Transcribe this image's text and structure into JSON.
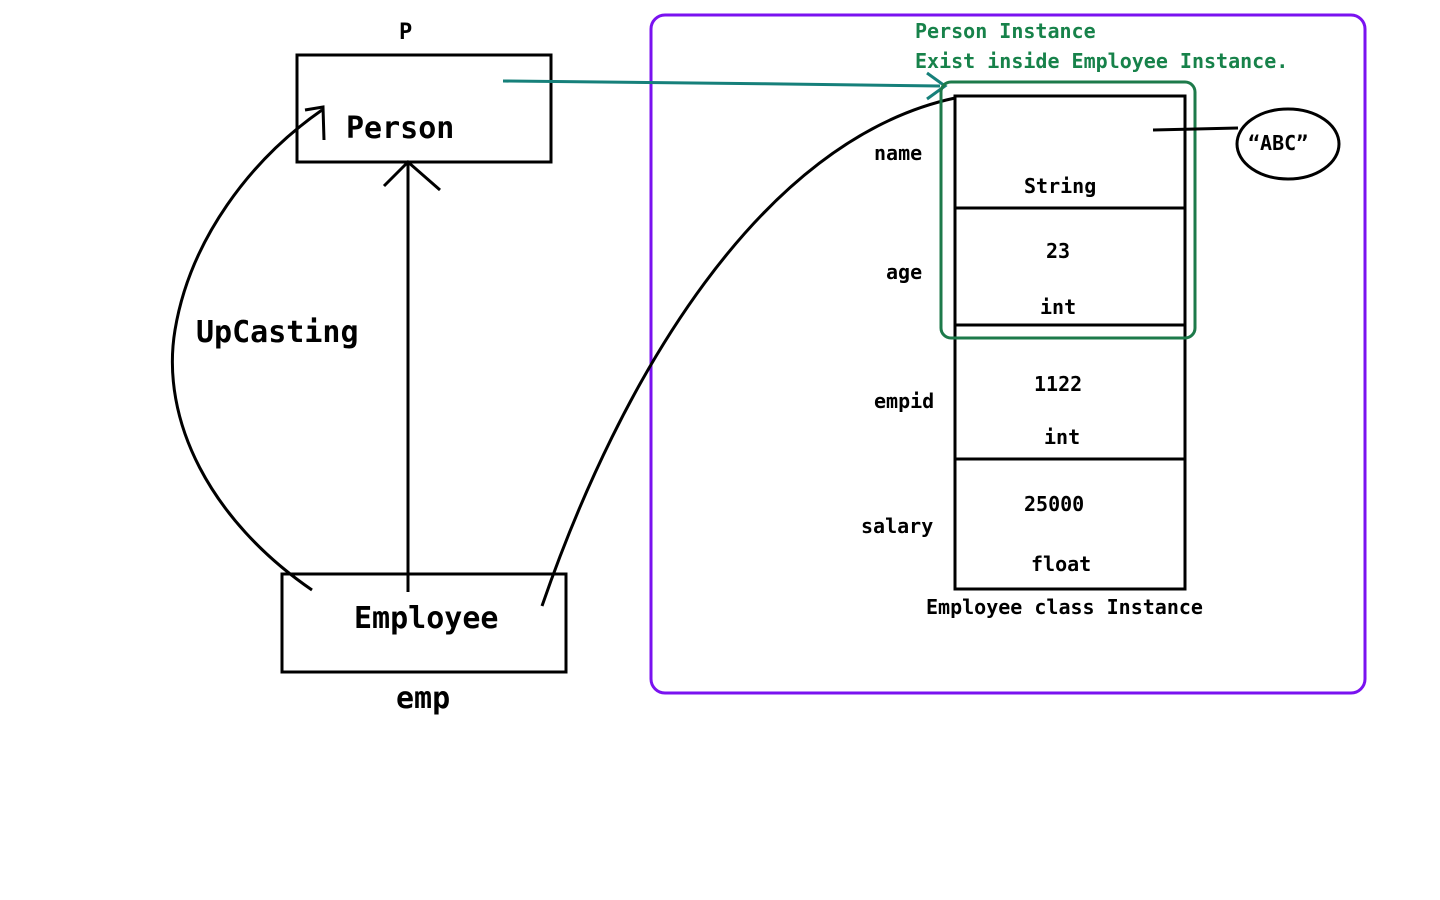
{
  "colors": {
    "outer_box": "#7a12f0",
    "person_box": "#1d7a4a",
    "arrow_teal": "#16807a",
    "note_text": "#17824a",
    "ink": "#000000"
  },
  "reference_p": {
    "name": "P",
    "class_label": "Person"
  },
  "reference_emp": {
    "name": "emp",
    "class_label": "Employee"
  },
  "upcasting_label": "UpCasting",
  "person_note": {
    "line1": "Person Instance",
    "line2": "Exist inside Employee Instance."
  },
  "instance": {
    "caption": "Employee class Instance",
    "fields": [
      {
        "name": "name",
        "value": "",
        "type": "String"
      },
      {
        "name": "age",
        "value": "23",
        "type": "int"
      },
      {
        "name": "empid",
        "value": "1122",
        "type": "int"
      },
      {
        "name": "salary",
        "value": "25000",
        "type": "float"
      }
    ]
  },
  "string_object": "“ABC”"
}
